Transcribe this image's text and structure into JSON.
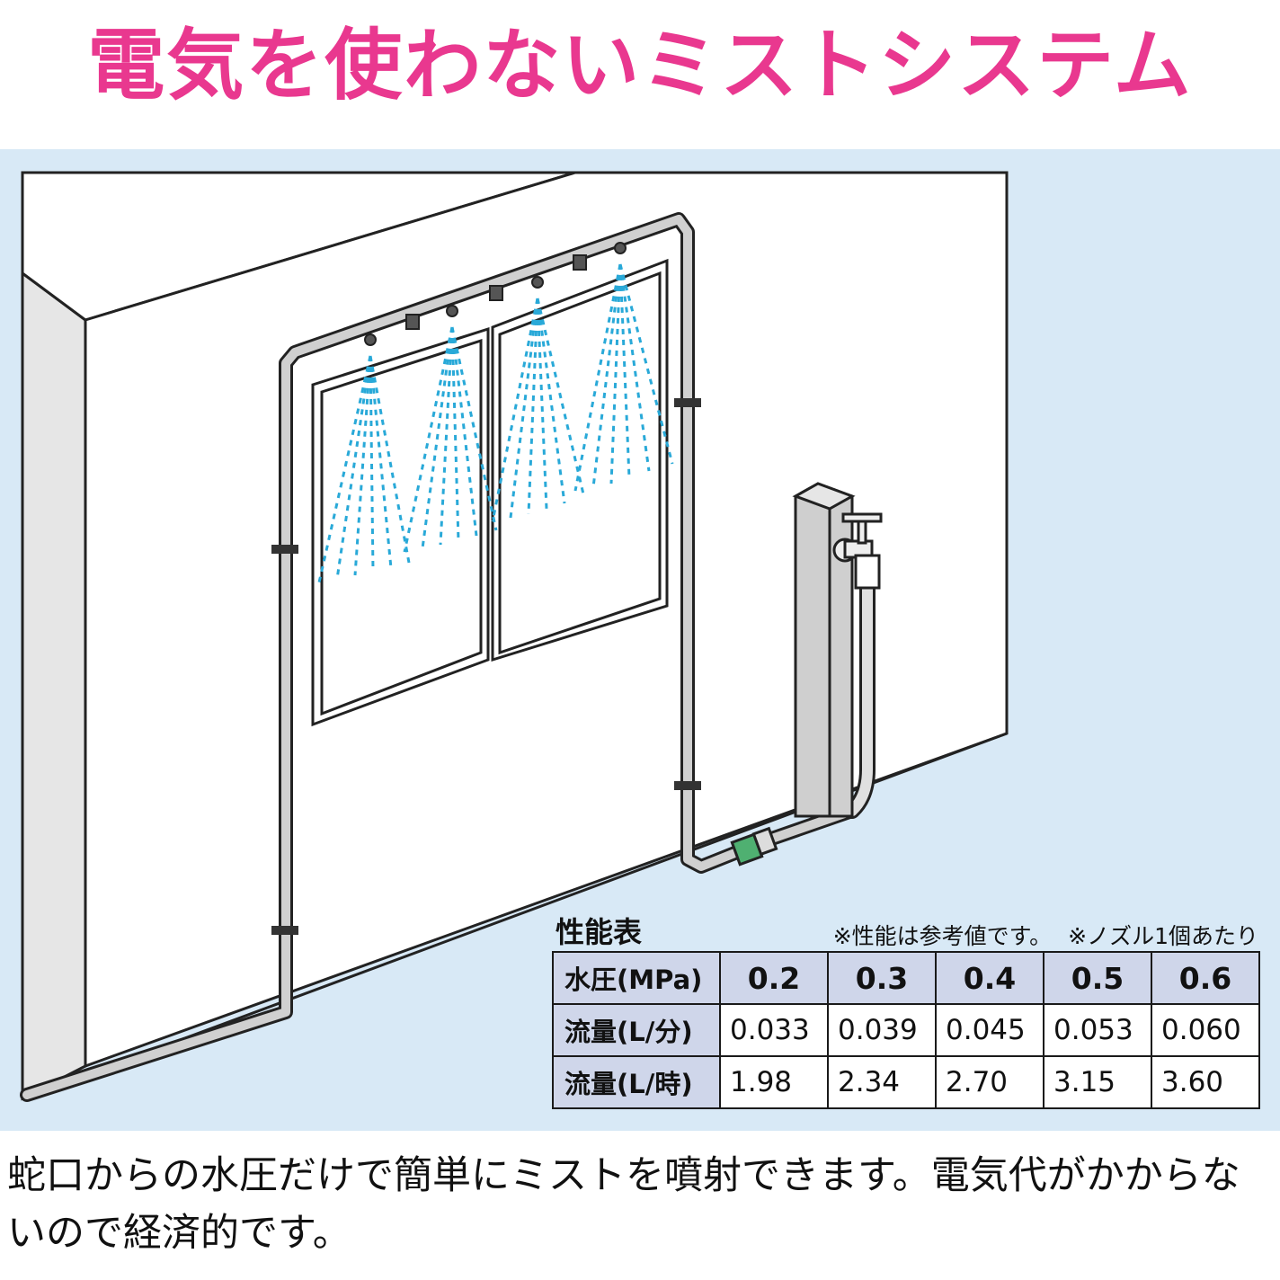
{
  "title": "電気を使わないミストシステム",
  "colors": {
    "title": "#e9388f",
    "background_panel": "#d8e9f6",
    "mist": "#29a9d8",
    "pipe": "#cfcfcf",
    "table_header": "#cfd6ea"
  },
  "table": {
    "title": "性能表",
    "notes": [
      "※性能は参考値です。",
      "※ノズル1個あたり"
    ],
    "row_header": "水圧(MPa)",
    "pressures": [
      "0.2",
      "0.3",
      "0.4",
      "0.5",
      "0.6"
    ],
    "rows": [
      {
        "label": "流量(L/分)",
        "values": [
          "0.033",
          "0.039",
          "0.045",
          "0.053",
          "0.060"
        ]
      },
      {
        "label": "流量(L/時)",
        "values": [
          "1.98",
          "2.34",
          "2.70",
          "3.15",
          "3.60"
        ]
      }
    ]
  },
  "caption": "蛇口からの水圧だけで簡単にミストを噴射できます。電気代がかからないので経済的です。"
}
